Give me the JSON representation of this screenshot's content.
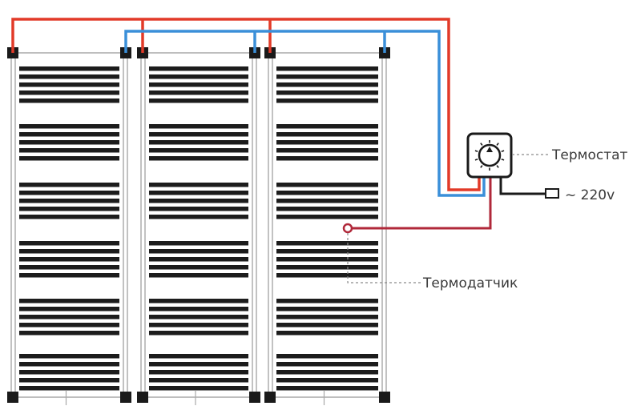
{
  "diagram": {
    "title": "",
    "labels": {
      "thermostat": "Термостат",
      "sensor": "Термодатчик",
      "power": "~ 220v"
    },
    "colors": {
      "background": "#ffffff",
      "frame": "#a9a9a9",
      "stripes": "#1c1c1c",
      "wire_red": "#e23a28",
      "wire_blue": "#3a8fd9",
      "sensor_wire": "#b0283a",
      "leader": "#8a8a8a",
      "terminal": "#1a1a1a"
    },
    "panels": [
      {
        "name": "film-panel-1"
      },
      {
        "name": "film-panel-2"
      },
      {
        "name": "film-panel-3"
      }
    ],
    "stripe_groups": 6,
    "stripes_per_group": 5,
    "icons": {
      "thermostat": "thermostat-dial-icon",
      "plug": "power-plug-icon",
      "sensor": "temperature-sensor-icon"
    }
  }
}
